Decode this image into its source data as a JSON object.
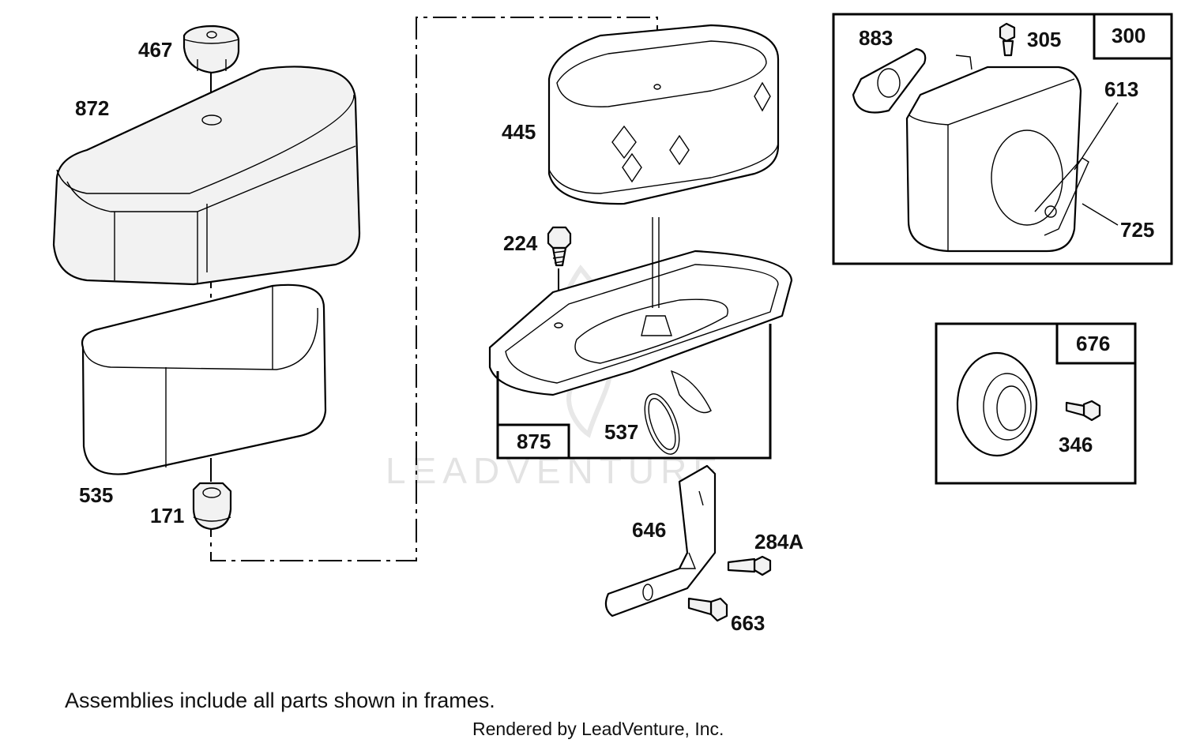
{
  "diagram": {
    "watermark": "LEADVENTURE",
    "parts": [
      {
        "key": "p467",
        "label": "467"
      },
      {
        "key": "p872",
        "label": "872"
      },
      {
        "key": "p535",
        "label": "535"
      },
      {
        "key": "p171",
        "label": "171"
      },
      {
        "key": "p445",
        "label": "445"
      },
      {
        "key": "p224",
        "label": "224"
      },
      {
        "key": "p875",
        "label": "875"
      },
      {
        "key": "p537",
        "label": "537"
      },
      {
        "key": "p646",
        "label": "646"
      },
      {
        "key": "p284A",
        "label": "284A"
      },
      {
        "key": "p663",
        "label": "663"
      },
      {
        "key": "p883",
        "label": "883"
      },
      {
        "key": "p305",
        "label": "305"
      },
      {
        "key": "p300",
        "label": "300"
      },
      {
        "key": "p613",
        "label": "613"
      },
      {
        "key": "p725",
        "label": "725"
      },
      {
        "key": "p676",
        "label": "676"
      },
      {
        "key": "p346",
        "label": "346"
      }
    ],
    "labels": {
      "p467": "467",
      "p872": "872",
      "p535": "535",
      "p171": "171",
      "p445": "445",
      "p224": "224",
      "p875": "875",
      "p537": "537",
      "p646": "646",
      "p284A": "284A",
      "p663": "663",
      "p883": "883",
      "p305": "305",
      "p300": "300",
      "p613": "613",
      "p725": "725",
      "p676": "676",
      "p346": "346"
    }
  },
  "footer": {
    "note": "Assemblies include all parts shown in frames.",
    "credit": "Rendered by LeadVenture, Inc."
  }
}
